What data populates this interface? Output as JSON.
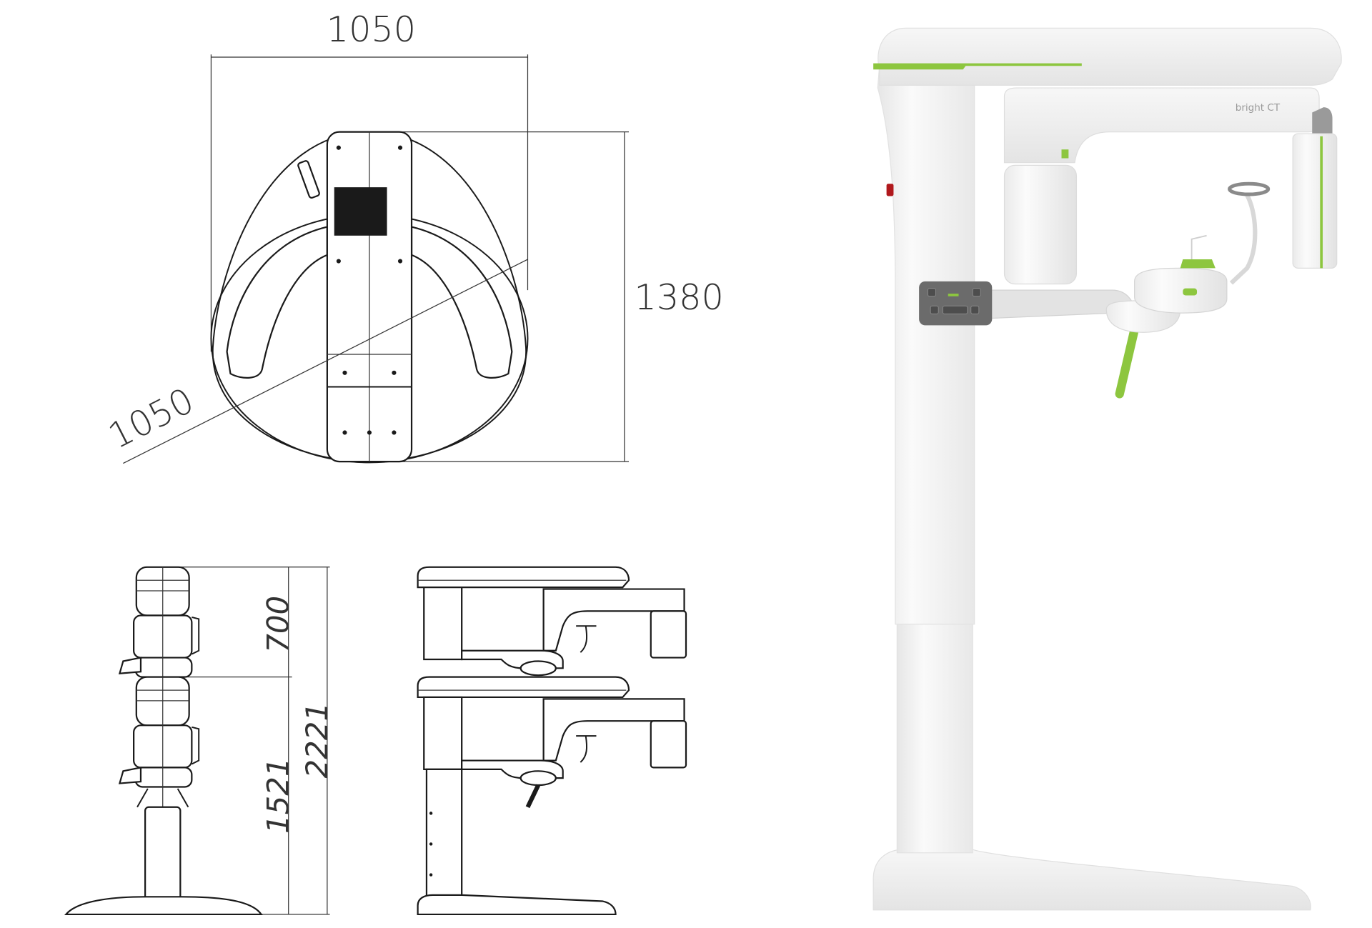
{
  "top_view": {
    "width_label": "1050",
    "depth_label": "1380",
    "diagonal_label": "1050"
  },
  "front_view": {
    "head_travel_label": "700",
    "max_height_label": "2221",
    "min_height_label": "1521"
  },
  "product_photo": {
    "logo_text": "bright CT"
  },
  "colors": {
    "accent_green": "#8dc63f",
    "body_white": "#f2f2f2",
    "panel_gray": "#6b6b6b",
    "line": "#1a1a1a"
  }
}
